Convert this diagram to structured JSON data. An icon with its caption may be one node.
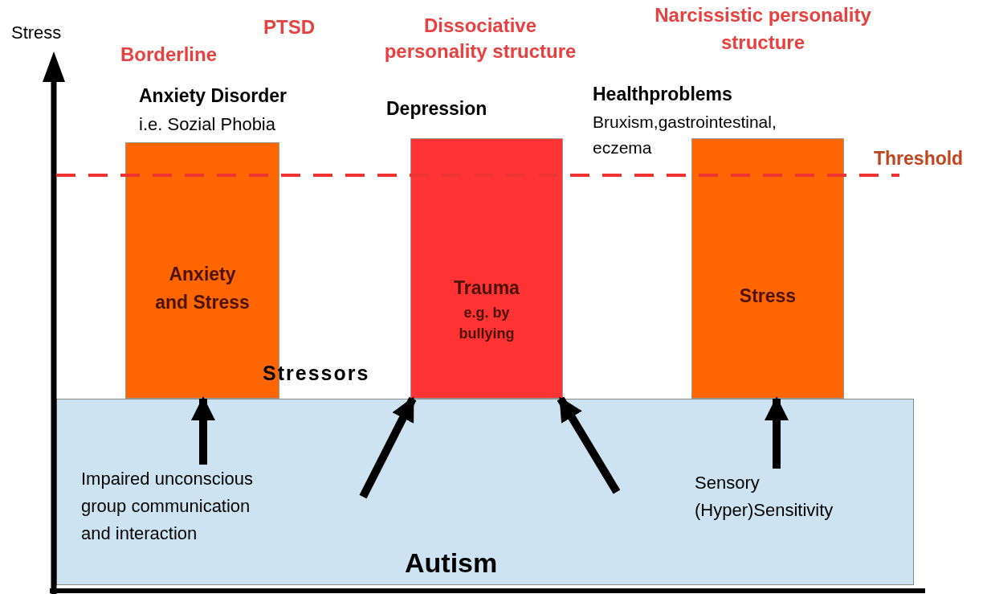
{
  "diagram": {
    "nodes": [
      {
        "text": [
          "Autism"
        ]
      },
      {
        "text": [
          "Impaired unconscious group communication and interaction"
        ],
        "in": 0
      },
      {
        "text": [
          "Sensory (Hyper)Sensitivity"
        ],
        "in": 0
      },
      {
        "text": [
          "Anxiety and Stress"
        ]
      },
      {
        "text": [
          "Trauma",
          "e.g. by bullying"
        ]
      },
      {
        "text": [
          "Stress"
        ]
      }
    ],
    "edges": [
      {
        "from": 1,
        "to": 3,
        "arrow": "to"
      },
      {
        "from": null,
        "to": 4,
        "arrow": "to"
      },
      {
        "from": null,
        "to": 4,
        "arrow": "to"
      },
      {
        "from": 2,
        "to": 5,
        "arrow": "to"
      }
    ],
    "labels": [
      "Stress",
      "Borderline",
      "PTSD",
      "Dissociative personality structure",
      "Narcissistic personality structure",
      "Anxiety Disorder",
      "i.e. Sozial Phobia",
      "Depression",
      "Healthproblems",
      "Bruxism,gastrointestinal, eczema",
      "Threshold",
      "Stressors"
    ]
  }
}
